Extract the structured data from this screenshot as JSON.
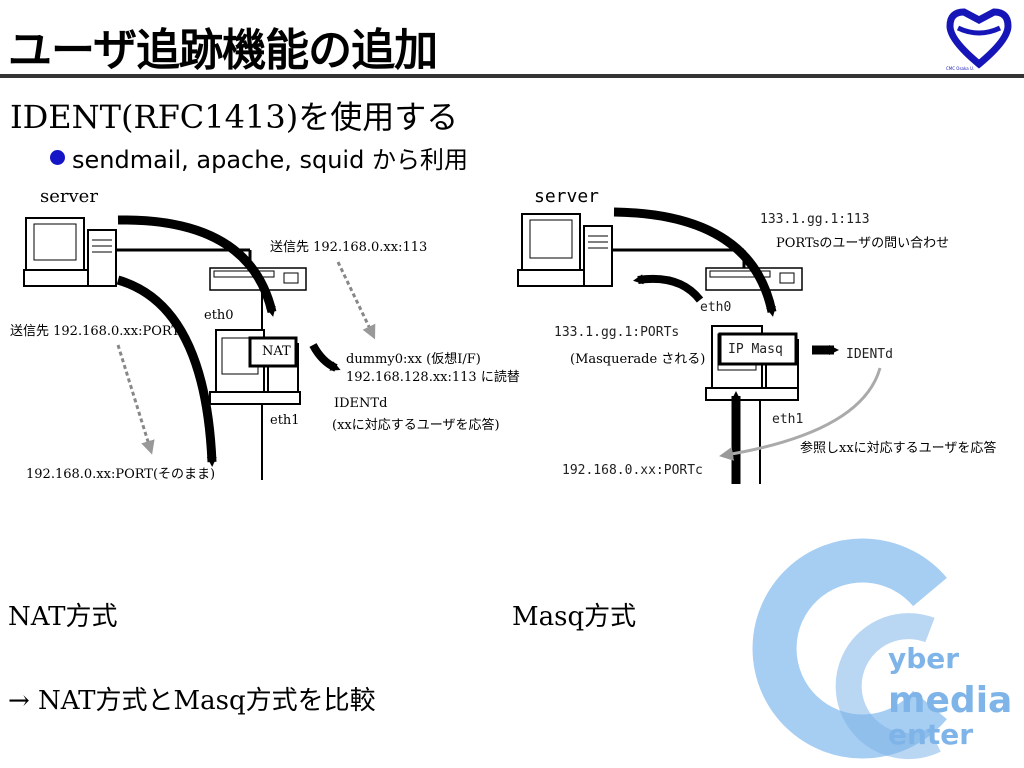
{
  "slide": {
    "title": "ユーザ追跡機能の追加",
    "subtitle": "IDENT(RFC1413)を使用する",
    "bullet": "sendmail, apache, squid から利用",
    "compare": "→ NAT方式とMasq方式を比較"
  },
  "nat": {
    "server_label": "server",
    "dest_to_113": "送信先 192.168.0.xx:113",
    "eth0": "eth0",
    "eth1": "eth1",
    "nat_box": "NAT",
    "dest_port": "送信先 192.168.0.xx:PORT",
    "dummy_line1": "dummy0:xx (仮想I/F)",
    "dummy_line2": "192.168.128.xx:113 に読替",
    "identd": "IDENTd",
    "identd_note": "(xxに対応するユーザを応答)",
    "asis": "192.168.0.xx:PORT(そのまま)",
    "method_label": "NAT方式"
  },
  "masq": {
    "server_label": "server",
    "query_addr": "133.1.gg.1:113",
    "query_text": "PORTsのユーザの問い合わせ",
    "eth0": "eth0",
    "eth1": "eth1",
    "masq_box": "IP Masq",
    "ports_addr": "133.1.gg.1:PORTs",
    "masq_note": "(Masquerade される)",
    "identd": "IDENTd",
    "reply_text": "参照しxxに対応するユーザを応答",
    "portc": "192.168.0.xx:PORTc",
    "method_label": "Masq方式"
  },
  "logo": {
    "letters": [
      "yber",
      "media",
      "enter"
    ],
    "small_caption": "CMC Osaka U."
  },
  "colors": {
    "bullet": "#1515c8",
    "logo_blue": "#1616b8",
    "cmc_light": "#a6cdf2",
    "cmc_mid": "#7fb4e8"
  }
}
